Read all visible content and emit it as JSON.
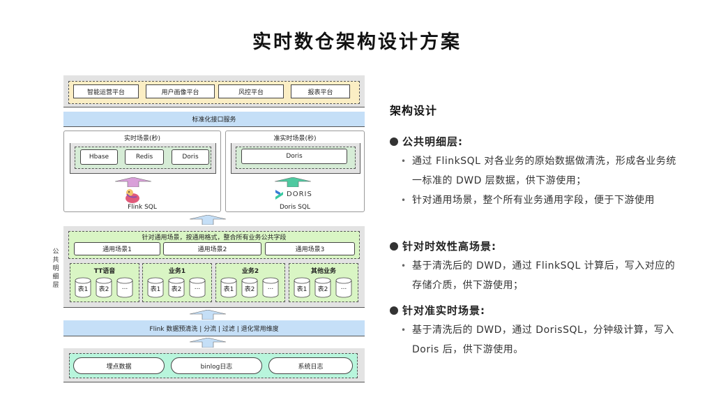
{
  "title": "实时数仓架构设计方案",
  "diagram": {
    "app_layer": {
      "items": [
        "智能运营平台",
        "用户画像平台",
        "风控平台",
        "报表平台"
      ],
      "color": "#fbeec4"
    },
    "api_service": {
      "label": "标准化接口服务",
      "color": "#c5dff7"
    },
    "realtime": {
      "title": "实时场景(秒)",
      "stores": [
        "Hbase",
        "Redis",
        "Doris"
      ],
      "engine_label": "Flink SQL",
      "engine_icon": "flink-squirrel-logo",
      "arrow_color": "#d9a0d9"
    },
    "near_realtime": {
      "title": "准实时场景(秒)",
      "stores": [
        "Doris"
      ],
      "logo_text": "DORIS",
      "engine_label": "Doris SQL",
      "arrow_color": "#4fc9a0"
    },
    "dwd": {
      "side_label": "公共明细层",
      "common_desc": "针对通用场景，按通用格式，整合所有业务公共字段",
      "common_scenes": [
        "通用场景1",
        "通用场景2",
        "通用场景3"
      ],
      "businesses": [
        {
          "name": "TT语音",
          "tables": [
            "表1",
            "表2",
            "..."
          ]
        },
        {
          "name": "业务1",
          "tables": [
            "表1",
            "表2",
            "..."
          ]
        },
        {
          "name": "业务2",
          "tables": [
            "表1",
            "表2",
            "..."
          ]
        },
        {
          "name": "其他业务",
          "tables": [
            "表1",
            "表2",
            "..."
          ]
        }
      ],
      "color": "#d9f5c4"
    },
    "preprocess": {
      "label": "Flink 数据预清洗 | 分流 | 过滤 | 退化常用维度",
      "color": "#c5dff7"
    },
    "sources": {
      "items": [
        "埋点数据",
        "binlog日志",
        "系统日志"
      ],
      "color": "#b8f5dc"
    }
  },
  "design": {
    "heading": "架构设计",
    "sections": [
      {
        "title": "公共明细层:",
        "bullets": [
          "通过 FlinkSQL 对各业务的原始数据做清洗，形成各业务统一标准的 DWD 层数据，供下游使用；",
          "针对通用场景，整个所有业务通用字段，便于下游使用"
        ]
      },
      {
        "title": "针对时效性高场景:",
        "bullets": [
          "基于清洗后的 DWD，通过 FlinkSQL 计算后，写入对应的存储介质，供下游使用；"
        ]
      },
      {
        "title": "针对准实时场景:",
        "bullets": [
          "基于清洗后的 DWD，通过 DorisSQL，分钟级计算，写入 Doris 后，供下游使用。"
        ]
      }
    ]
  }
}
